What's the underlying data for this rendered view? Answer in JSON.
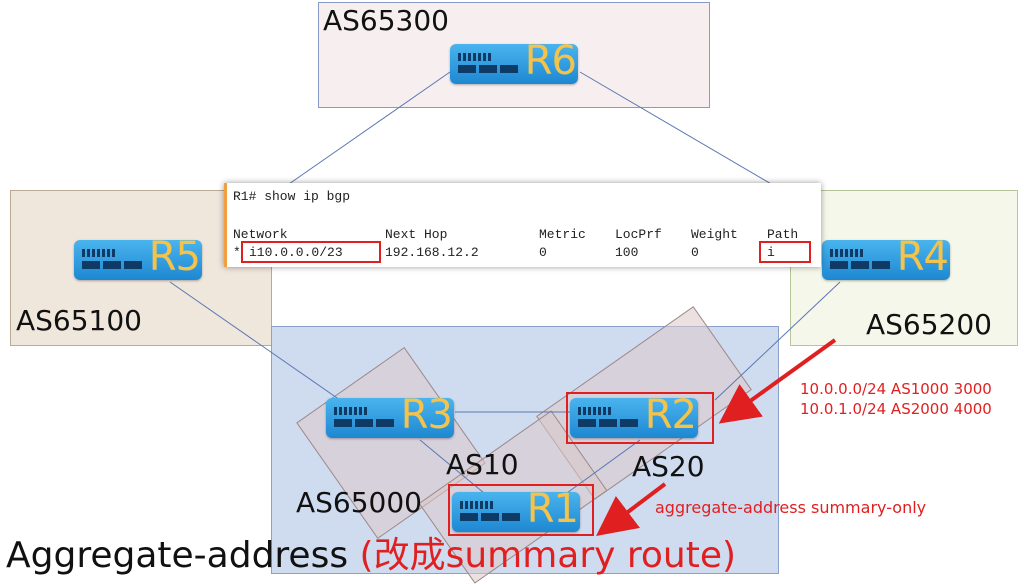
{
  "as_areas": {
    "top": "AS65300",
    "left": "AS65100",
    "right": "AS65200",
    "core": "AS65000",
    "r3_as": "AS10",
    "r2_as": "AS20"
  },
  "routers": {
    "r6": "R6",
    "r5": "R5",
    "r4": "R4",
    "r3": "R3",
    "r2": "R2",
    "r1": "R1"
  },
  "cli": {
    "command": "R1# show ip bgp",
    "headers": [
      "Network",
      "Next Hop",
      "Metric",
      "LocPrf",
      "Weight",
      "Path"
    ],
    "row": {
      "marker": "*",
      "network": "i10.0.0.0/23",
      "next_hop": "192.168.12.2",
      "metric": "0",
      "locprf": "100",
      "weight": "0",
      "path": "i"
    }
  },
  "annotations": {
    "route1": "10.0.0.0/24 AS1000 3000",
    "route2": "10.0.1.0/24 AS2000 4000",
    "aggregate_cmd": "aggregate-address summary-only"
  },
  "caption": {
    "main": "Aggregate-address ",
    "highlight": "(改成summary route)"
  },
  "colors": {
    "router_body": "#2f9ee3",
    "router_label": "#f6c34a",
    "highlight_red": "#e02020"
  }
}
